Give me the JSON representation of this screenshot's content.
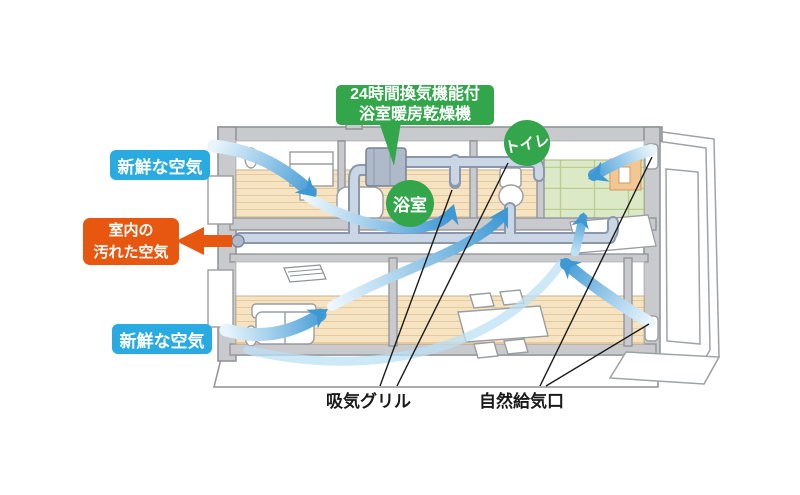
{
  "diagram_title": "24-hour home ventilation cutaway diagram",
  "labels": {
    "unit_line1": "24時間換気機能付",
    "unit_line2": "浴室暖房乾燥機",
    "toilet": "トイレ",
    "bath": "浴室",
    "fresh_air_top": "新鮮な空気",
    "fresh_air_bottom": "新鮮な空気",
    "dirty_air_line1": "室内の",
    "dirty_air_line2": "汚れた空気",
    "intake_grill": "吸気グリル",
    "natural_supply": "自然給気口"
  },
  "colors": {
    "green": "#33A64C",
    "cyan": "#29ABE2",
    "orange": "#E8570F",
    "arrow-blue": "#3E98D4",
    "arrow-light": "#D9EDFA",
    "wall-gray": "#C8CACD",
    "wall-stroke": "#8E9196",
    "wood": "#F6E3C2",
    "wood-line": "#E6CA9E",
    "tatami": "#DCE9C6",
    "tatami-line": "#B9CF92",
    "duct": "#CBD6E4",
    "duct-stroke": "#8A97AC",
    "text-dark": "#1A1A1A"
  },
  "airflow": {
    "fresh_air_inlets": 4,
    "exhaust_outlets": 1,
    "intake_grille_points": 2,
    "natural_supply_points": 2
  }
}
